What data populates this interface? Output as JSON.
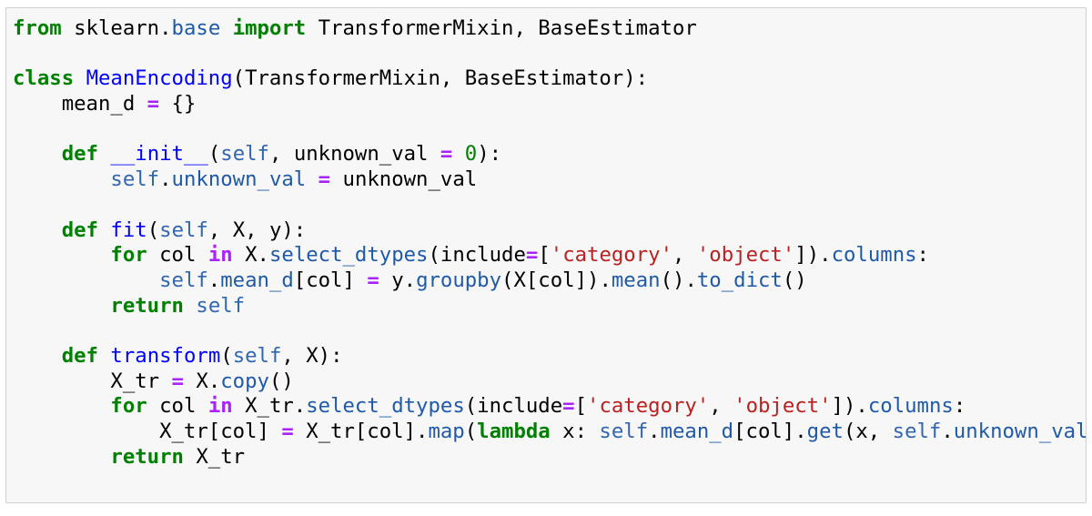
{
  "colors": {
    "keyword": "#008000",
    "class_name": "#0000ff",
    "self": "#3166b0",
    "function_name": "#1f5aa8",
    "operator": "#aa22ff",
    "string": "#ba2121",
    "number": "#008000",
    "cell_background": "#f7f7f7",
    "cell_border": "#cfcfcf"
  },
  "code_cell": {
    "lines": [
      {
        "tokens": [
          {
            "t": "from",
            "c": "kw"
          },
          {
            "t": " sklearn",
            "c": "plain"
          },
          {
            "t": ".",
            "c": "plain"
          },
          {
            "t": "base",
            "c": "func"
          },
          {
            "t": " ",
            "c": "plain"
          },
          {
            "t": "import",
            "c": "kw"
          },
          {
            "t": " TransformerMixin, BaseEstimator",
            "c": "plain"
          }
        ]
      },
      {
        "tokens": []
      },
      {
        "tokens": [
          {
            "t": "class",
            "c": "kw"
          },
          {
            "t": " ",
            "c": "plain"
          },
          {
            "t": "MeanEncoding",
            "c": "def"
          },
          {
            "t": "(TransformerMixin, BaseEstimator):",
            "c": "plain"
          }
        ]
      },
      {
        "tokens": [
          {
            "t": "    mean_d ",
            "c": "plain"
          },
          {
            "t": "=",
            "c": "op"
          },
          {
            "t": " {}",
            "c": "plain"
          }
        ]
      },
      {
        "tokens": []
      },
      {
        "tokens": [
          {
            "t": "    ",
            "c": "plain"
          },
          {
            "t": "def",
            "c": "kw"
          },
          {
            "t": " ",
            "c": "plain"
          },
          {
            "t": "__init__",
            "c": "def"
          },
          {
            "t": "(",
            "c": "plain"
          },
          {
            "t": "self",
            "c": "self"
          },
          {
            "t": ", unknown_val ",
            "c": "plain"
          },
          {
            "t": "=",
            "c": "op"
          },
          {
            "t": " ",
            "c": "plain"
          },
          {
            "t": "0",
            "c": "num"
          },
          {
            "t": "):",
            "c": "plain"
          }
        ]
      },
      {
        "tokens": [
          {
            "t": "        ",
            "c": "plain"
          },
          {
            "t": "self",
            "c": "self"
          },
          {
            "t": ".",
            "c": "plain"
          },
          {
            "t": "unknown_val",
            "c": "func"
          },
          {
            "t": " ",
            "c": "plain"
          },
          {
            "t": "=",
            "c": "op"
          },
          {
            "t": " unknown_val",
            "c": "plain"
          }
        ]
      },
      {
        "tokens": []
      },
      {
        "tokens": [
          {
            "t": "    ",
            "c": "plain"
          },
          {
            "t": "def",
            "c": "kw"
          },
          {
            "t": " ",
            "c": "plain"
          },
          {
            "t": "fit",
            "c": "def"
          },
          {
            "t": "(",
            "c": "plain"
          },
          {
            "t": "self",
            "c": "self"
          },
          {
            "t": ", X, y):",
            "c": "plain"
          }
        ]
      },
      {
        "tokens": [
          {
            "t": "        ",
            "c": "plain"
          },
          {
            "t": "for",
            "c": "kw"
          },
          {
            "t": " col ",
            "c": "plain"
          },
          {
            "t": "in",
            "c": "op"
          },
          {
            "t": " X",
            "c": "plain"
          },
          {
            "t": ".",
            "c": "plain"
          },
          {
            "t": "select_dtypes",
            "c": "func"
          },
          {
            "t": "(include",
            "c": "plain"
          },
          {
            "t": "=",
            "c": "op"
          },
          {
            "t": "[",
            "c": "plain"
          },
          {
            "t": "'category'",
            "c": "str"
          },
          {
            "t": ", ",
            "c": "plain"
          },
          {
            "t": "'object'",
            "c": "str"
          },
          {
            "t": "])",
            "c": "plain"
          },
          {
            "t": ".",
            "c": "plain"
          },
          {
            "t": "columns",
            "c": "func"
          },
          {
            "t": ":",
            "c": "plain"
          }
        ]
      },
      {
        "tokens": [
          {
            "t": "            ",
            "c": "plain"
          },
          {
            "t": "self",
            "c": "self"
          },
          {
            "t": ".",
            "c": "plain"
          },
          {
            "t": "mean_d",
            "c": "func"
          },
          {
            "t": "[col] ",
            "c": "plain"
          },
          {
            "t": "=",
            "c": "op"
          },
          {
            "t": " y",
            "c": "plain"
          },
          {
            "t": ".",
            "c": "plain"
          },
          {
            "t": "groupby",
            "c": "func"
          },
          {
            "t": "(X[col])",
            "c": "plain"
          },
          {
            "t": ".",
            "c": "plain"
          },
          {
            "t": "mean",
            "c": "func"
          },
          {
            "t": "()",
            "c": "plain"
          },
          {
            "t": ".",
            "c": "plain"
          },
          {
            "t": "to_dict",
            "c": "func"
          },
          {
            "t": "()",
            "c": "plain"
          }
        ]
      },
      {
        "tokens": [
          {
            "t": "        ",
            "c": "plain"
          },
          {
            "t": "return",
            "c": "kw"
          },
          {
            "t": " ",
            "c": "plain"
          },
          {
            "t": "self",
            "c": "self"
          }
        ]
      },
      {
        "tokens": []
      },
      {
        "tokens": [
          {
            "t": "    ",
            "c": "plain"
          },
          {
            "t": "def",
            "c": "kw"
          },
          {
            "t": " ",
            "c": "plain"
          },
          {
            "t": "transform",
            "c": "def"
          },
          {
            "t": "(",
            "c": "plain"
          },
          {
            "t": "self",
            "c": "self"
          },
          {
            "t": ", X):",
            "c": "plain"
          }
        ]
      },
      {
        "tokens": [
          {
            "t": "        X_tr ",
            "c": "plain"
          },
          {
            "t": "=",
            "c": "op"
          },
          {
            "t": " X",
            "c": "plain"
          },
          {
            "t": ".",
            "c": "plain"
          },
          {
            "t": "copy",
            "c": "func"
          },
          {
            "t": "()",
            "c": "plain"
          }
        ]
      },
      {
        "tokens": [
          {
            "t": "        ",
            "c": "plain"
          },
          {
            "t": "for",
            "c": "kw"
          },
          {
            "t": " col ",
            "c": "plain"
          },
          {
            "t": "in",
            "c": "op"
          },
          {
            "t": " X_tr",
            "c": "plain"
          },
          {
            "t": ".",
            "c": "plain"
          },
          {
            "t": "select_dtypes",
            "c": "func"
          },
          {
            "t": "(include",
            "c": "plain"
          },
          {
            "t": "=",
            "c": "op"
          },
          {
            "t": "[",
            "c": "plain"
          },
          {
            "t": "'category'",
            "c": "str"
          },
          {
            "t": ", ",
            "c": "plain"
          },
          {
            "t": "'object'",
            "c": "str"
          },
          {
            "t": "])",
            "c": "plain"
          },
          {
            "t": ".",
            "c": "plain"
          },
          {
            "t": "columns",
            "c": "func"
          },
          {
            "t": ":",
            "c": "plain"
          }
        ]
      },
      {
        "tokens": [
          {
            "t": "            X_tr[col] ",
            "c": "plain"
          },
          {
            "t": "=",
            "c": "op"
          },
          {
            "t": " X_tr[col]",
            "c": "plain"
          },
          {
            "t": ".",
            "c": "plain"
          },
          {
            "t": "map",
            "c": "func"
          },
          {
            "t": "(",
            "c": "plain"
          },
          {
            "t": "lambda",
            "c": "kw"
          },
          {
            "t": " x: ",
            "c": "plain"
          },
          {
            "t": "self",
            "c": "self"
          },
          {
            "t": ".",
            "c": "plain"
          },
          {
            "t": "mean_d",
            "c": "func"
          },
          {
            "t": "[col]",
            "c": "plain"
          },
          {
            "t": ".",
            "c": "plain"
          },
          {
            "t": "get",
            "c": "func"
          },
          {
            "t": "(x, ",
            "c": "plain"
          },
          {
            "t": "self",
            "c": "self"
          },
          {
            "t": ".",
            "c": "plain"
          },
          {
            "t": "unknown_val",
            "c": "func"
          },
          {
            "t": "))",
            "c": "plain"
          }
        ]
      },
      {
        "tokens": [
          {
            "t": "        ",
            "c": "plain"
          },
          {
            "t": "return",
            "c": "kw"
          },
          {
            "t": " X_tr",
            "c": "plain"
          }
        ]
      }
    ]
  }
}
